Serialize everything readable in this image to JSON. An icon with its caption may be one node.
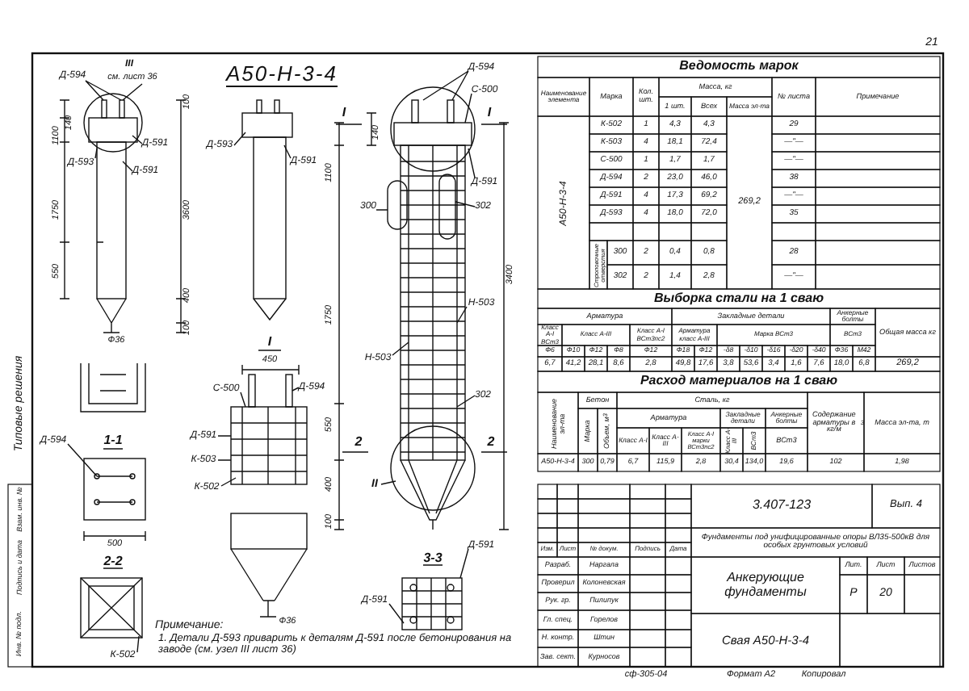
{
  "diagram": {
    "title": "А50-Н-3-4",
    "labels": [
      "Д-594",
      "III",
      "см. лист 36",
      "100",
      "140",
      "1100",
      "Д-593",
      "Д-591",
      "Д-591",
      "1750",
      "550",
      "3600",
      "400",
      "100",
      "Ф36",
      "Д-593",
      "Д-591",
      "Д-594",
      "С-500",
      "I",
      "I",
      "140",
      "1100",
      "Д-591",
      "300",
      "302",
      "1750",
      "3400",
      "Н-503",
      "Н-503",
      "302",
      "2",
      "2",
      "550",
      "400",
      "100",
      "II",
      "3-3",
      "Д-591",
      "Д-591",
      "I",
      "450",
      "С-500",
      "Д-594",
      "Д-591",
      "К-503",
      "К-502",
      "Д-594",
      "1-1",
      "500",
      "2-2",
      "К-502",
      "Ф36",
      "Примечание:",
      "1. Детали Д-593 приварить к деталям Д-591 после бетонирования на заводе (см. узел III лист 36)",
      "Типовые решения",
      "Взам. инв. №",
      "Подпись и дата",
      "Инв. № подл.",
      "21",
      "Ведомость марок",
      "Наименование элемента",
      "Марка",
      "Кол. шт.",
      "Масса, кг",
      "1 шт.",
      "Всех",
      "Масса эл-та",
      "№ листа",
      "Примечание",
      "А50-Н-3-4",
      "К-502",
      "1",
      "4,3",
      "4,3",
      "29",
      "К-503",
      "4",
      "18,1",
      "72,4",
      "—\"—",
      "С-500",
      "1",
      "1,7",
      "1,7",
      "—\"—",
      "Д-594",
      "2",
      "23,0",
      "46,0",
      "38",
      "Д-591",
      "4",
      "17,3",
      "69,2",
      "—\"—",
      "Д-593",
      "4",
      "18,0",
      "72,0",
      "35",
      "300",
      "2",
      "0,4",
      "0,8",
      "28",
      "302",
      "2",
      "1,4",
      "2,8",
      "—\"—",
      "Строповочные отверстия",
      "269,2",
      "Выборка стали на 1 сваю",
      "Арматура",
      "Закладные детали",
      "Анкерные болты",
      "Общая масса кг",
      "Класс А-I ВСт3",
      "Класс А-III",
      "Класс А-I ВСт3пс2",
      "Арматура класс А-III",
      "Марка ВСт3",
      "ВСт3",
      "Ф6",
      "Ф10",
      "Ф12",
      "Ф8",
      "Ф12",
      "Ф18",
      "Ф12",
      "-δ8",
      "-δ10",
      "-δ16",
      "-δ20",
      "-δ40",
      "Ф36",
      "М42",
      "6,7",
      "41,2",
      "28,1",
      "8,6",
      "2,8",
      "49,8",
      "17,6",
      "3,8",
      "53,6",
      "3,4",
      "1,6",
      "7,6",
      "18,0",
      "6,8",
      "269,2",
      "Расход материалов на 1 сваю",
      "Наименование эл-та",
      "Бетон",
      "Марка",
      "Объем, м$^{3}$",
      "Сталь, кг",
      "Арматура",
      "Закладные детали",
      "Анкерные болты",
      "Класс А-I",
      "Класс А-III",
      "Класс А-I марки ВСт3пс2",
      "Класс А-III",
      "ВСт3",
      "ВСт3",
      "Содержание арматуры в кг/м$^{3}$",
      "Масса эл-та, т",
      "А50-Н-3-4",
      "300",
      "0,79",
      "6,7",
      "115,9",
      "2,8",
      "30,4",
      "134,0",
      "19,6",
      "102",
      "1,98",
      "Изм.",
      "Лист",
      "№ докум.",
      "Подпись",
      "Дата",
      "Разраб.",
      "Проверил",
      "Рук. гр.",
      "Гл. спец.",
      "Н. контр.",
      "Зав. сект.",
      "Наргала",
      "Колоневская",
      "Пилипук",
      "Горелов",
      "Штин",
      "Курносов",
      "3.407-123",
      "Вып. 4",
      "Фундаменты под унифицированные опоры ВЛ35-500кВ для особых грунтовых условий",
      "Анкерующие фундаменты",
      "Свая А50-Н-3-4",
      "Лит.",
      "Лист",
      "Листов",
      "Р",
      "20",
      "сф-305-04",
      "Формат А2",
      "Копировал"
    ]
  }
}
